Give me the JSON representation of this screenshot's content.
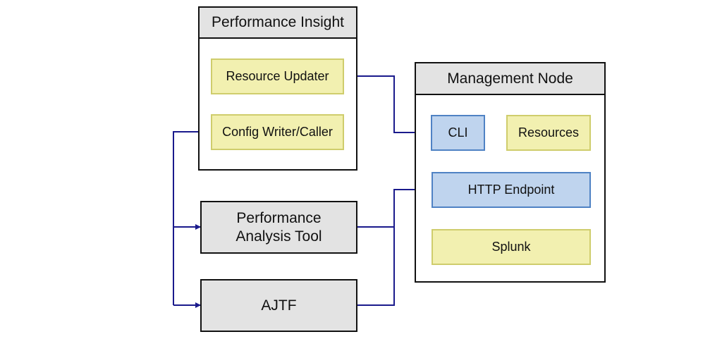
{
  "performance_insight": {
    "title": "Performance Insight",
    "resource_updater": "Resource Updater",
    "config_writer": "Config Writer/Caller"
  },
  "management_node": {
    "title": "Management Node",
    "cli": "CLI",
    "resources": "Resources",
    "http_endpoint": "HTTP Endpoint",
    "splunk": "Splunk"
  },
  "performance_analysis_tool": {
    "line1": "Performance",
    "line2": "Analysis Tool"
  },
  "ajtf": "AJTF",
  "colors": {
    "connector": "#1a1a8c",
    "yellow_fill": "#f2f0b0",
    "blue_fill": "#bfd4ee",
    "header_fill": "#e3e3e3"
  }
}
